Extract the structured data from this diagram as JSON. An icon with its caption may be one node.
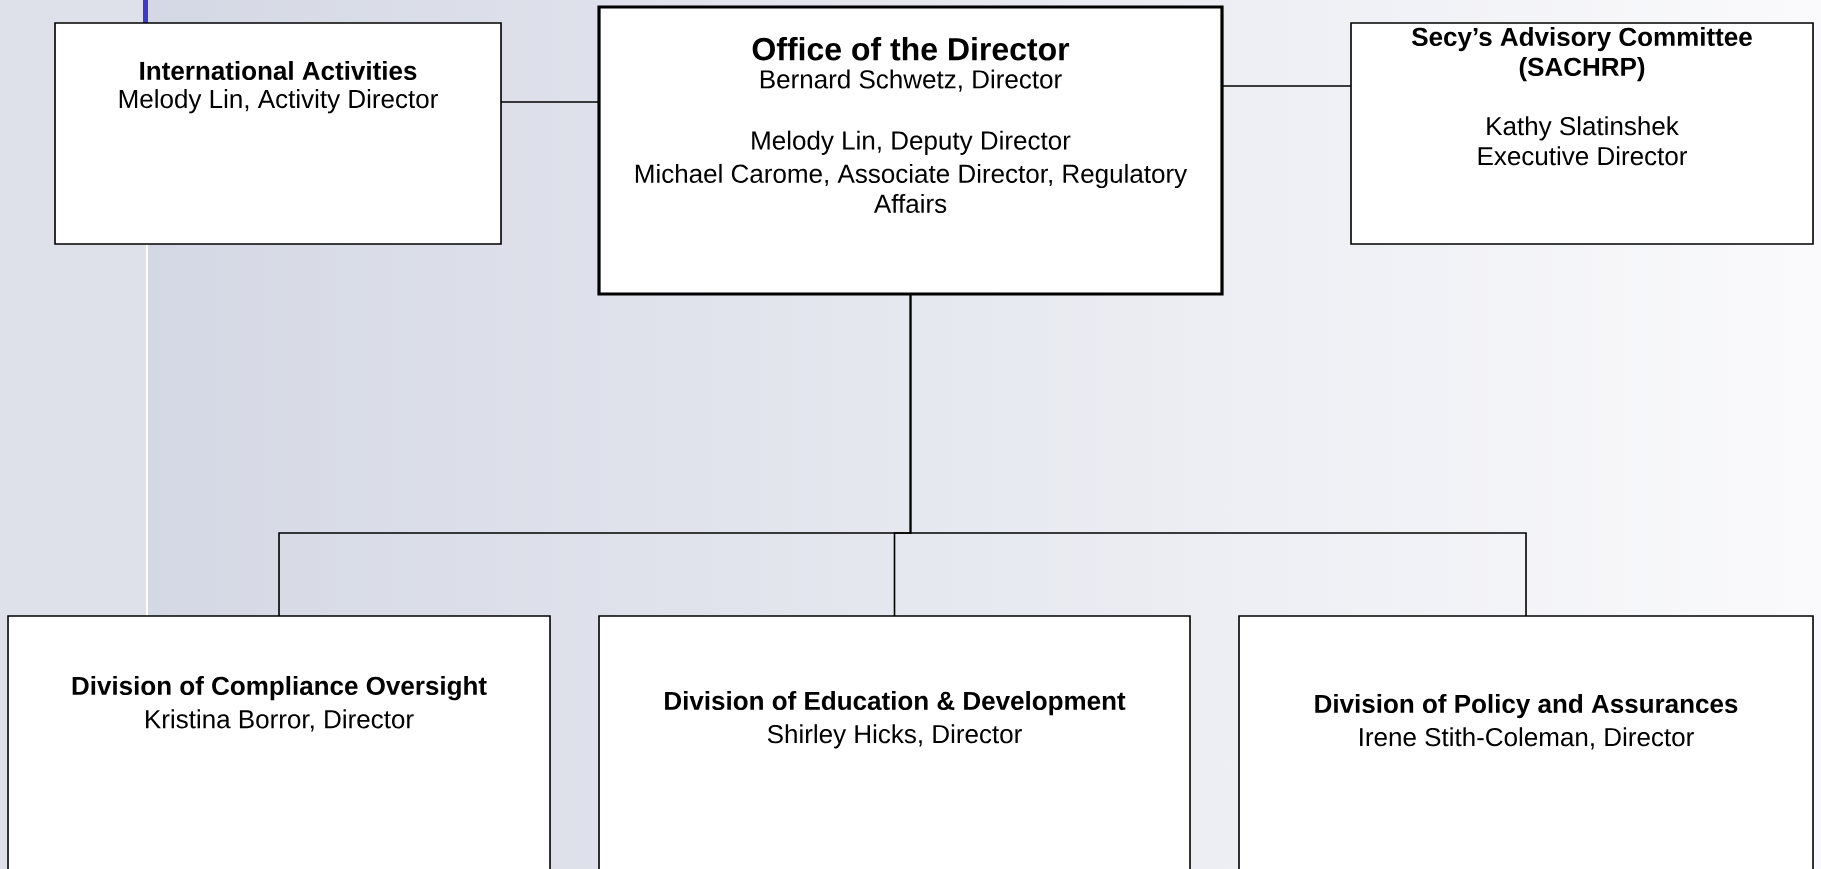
{
  "diagram": {
    "nodes": [
      {
        "text": [
          "International Activities",
          "Melody Lin, Activity Director"
        ]
      },
      {
        "text": [
          "Office of the Director",
          "Bernard Schwetz, Director",
          "Melody Lin, Deputy Director",
          "Michael Carome, Associate Director, Regulatory Affairs"
        ]
      },
      {
        "text": [
          "Secy’s Advisory Committee (SACHRP)",
          "Kathy Slatinshek Executive Director"
        ]
      },
      {
        "text": [
          "Division of Compliance Oversight",
          "Kristina Borror, Director"
        ]
      },
      {
        "text": [
          "Division of Education & Development",
          "Shirley Hicks, Director"
        ]
      },
      {
        "text": [
          "Division of Policy and Assurances",
          "Irene Stith-Coleman, Director"
        ]
      }
    ],
    "edges": [
      {
        "from": 1,
        "to": 0,
        "arrow": "none"
      },
      {
        "from": 1,
        "to": 2,
        "arrow": "none"
      },
      {
        "from": 1,
        "to": 3,
        "arrow": "none"
      },
      {
        "from": 1,
        "to": 4,
        "arrow": "none"
      },
      {
        "from": 1,
        "to": 5,
        "arrow": "none"
      }
    ]
  }
}
